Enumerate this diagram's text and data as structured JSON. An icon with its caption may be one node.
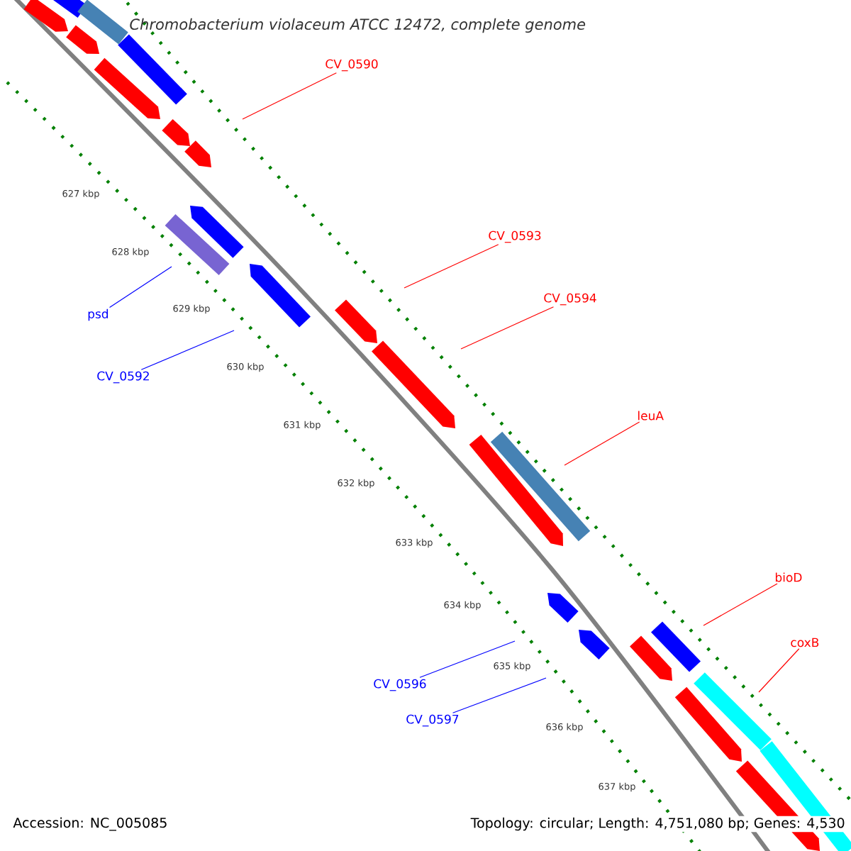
{
  "diagram": {
    "title": "Chromobacterium violaceum ATCC 12472, complete genome",
    "nodes": [
      {
        "text": [
          "CV_0590"
        ]
      },
      {
        "text": [
          "CV_0593"
        ]
      },
      {
        "text": [
          "CV_0594"
        ]
      },
      {
        "text": [
          "leuA"
        ]
      },
      {
        "text": [
          "bioD"
        ]
      },
      {
        "text": [
          "coxB"
        ]
      },
      {
        "text": [
          "psd"
        ]
      },
      {
        "text": [
          "CV_0592"
        ]
      },
      {
        "text": [
          "CV_0596"
        ]
      },
      {
        "text": [
          "CV_0597"
        ]
      }
    ],
    "edges": [
      {
        "from": 0,
        "to": null,
        "arrow": "none",
        "color": "#ff0000"
      },
      {
        "from": 1,
        "to": null,
        "arrow": "none",
        "color": "#ff0000"
      },
      {
        "from": 2,
        "to": null,
        "arrow": "none",
        "color": "#ff0000"
      },
      {
        "from": 3,
        "to": null,
        "arrow": "none",
        "color": "#ff0000"
      },
      {
        "from": 4,
        "to": null,
        "arrow": "none",
        "color": "#ff0000"
      },
      {
        "from": 5,
        "to": null,
        "arrow": "none",
        "color": "#ff0000"
      },
      {
        "from": 6,
        "to": null,
        "arrow": "none",
        "color": "#0000ff"
      },
      {
        "from": 7,
        "to": null,
        "arrow": "none",
        "color": "#0000ff"
      },
      {
        "from": 8,
        "to": null,
        "arrow": "none",
        "color": "#0000ff"
      },
      {
        "from": 9,
        "to": null,
        "arrow": "none",
        "color": "#0000ff"
      }
    ],
    "labels": [
      "627 kbp",
      "628 kbp",
      "629 kbp",
      "630 kbp",
      "631 kbp",
      "632 kbp",
      "633 kbp",
      "634 kbp",
      "635 kbp",
      "636 kbp",
      "637 kbp",
      "Accession: NC_005085",
      "Topology: circular; Length: 4,751,080 bp; Genes: 4,530"
    ]
  }
}
